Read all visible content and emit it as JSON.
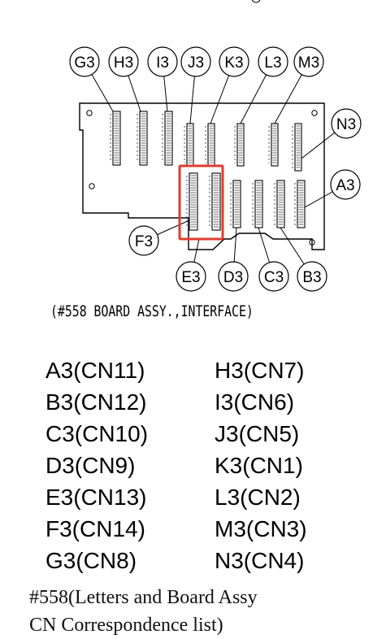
{
  "diagram": {
    "top_labels": [
      "G3",
      "H3",
      "I3",
      "J3",
      "K3",
      "L3",
      "M3"
    ],
    "right_labels": [
      "N3",
      "A3"
    ],
    "left_labels": [
      "F3"
    ],
    "bottom_labels": [
      "E3",
      "D3",
      "C3",
      "B3"
    ],
    "highlight_color": "#e03c31"
  },
  "caption": "(#558 BOARD ASSY.,INTERFACE)",
  "mapping": {
    "left": [
      "A3(CN11)",
      "B3(CN12)",
      "C3(CN10)",
      "D3(CN9)",
      "E3(CN13)",
      "F3(CN14)",
      "G3(CN8)"
    ],
    "right": [
      "H3(CN7)",
      "I3(CN6)",
      "J3(CN5)",
      "K3(CN1)",
      "L3(CN2)",
      "M3(CN3)",
      "N3(CN4)"
    ]
  },
  "footer": {
    "line1": "#558(Letters and Board Assy",
    "line2": "CN Correspondence list)"
  }
}
